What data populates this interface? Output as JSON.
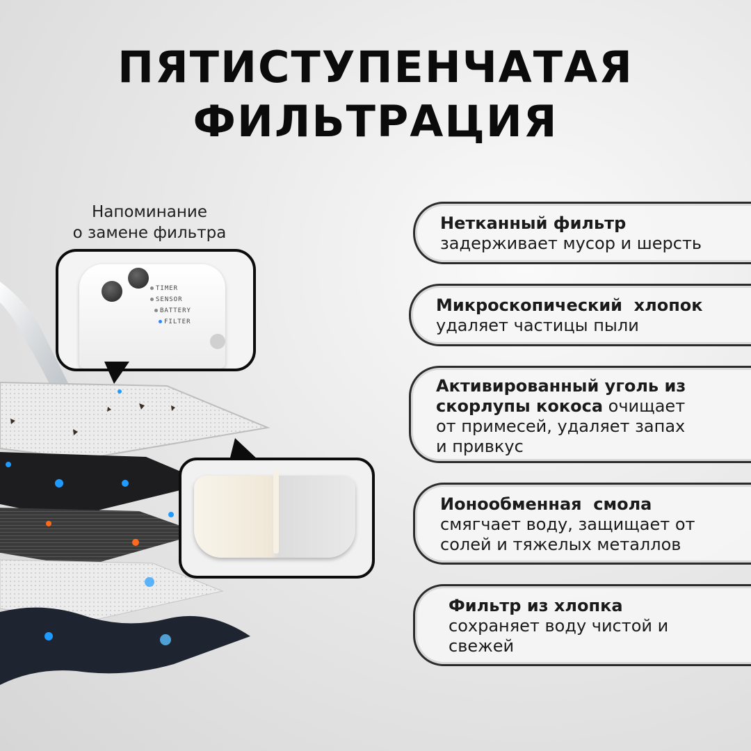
{
  "title": {
    "line1": "ПЯТИСТУПЕНЧАТАЯ",
    "line2": "ФИЛЬТРАЦИЯ"
  },
  "reminder": {
    "line1": "Напоминание",
    "line2": "о замене фильтра"
  },
  "device_panel": {
    "labels": [
      "TIMER",
      "SENSOR",
      "BATTERY",
      "FILTER"
    ]
  },
  "cards": [
    {
      "title": "Нетканный фильтр",
      "desc": "задерживает мусор и шерсть"
    },
    {
      "title": "Микроскопический  хлопок",
      "desc": "удаляет частицы пыли"
    },
    {
      "title_line1": "Активированный уголь из",
      "title_line2": "скорлупы кокоса",
      "desc_inline": " очищает",
      "desc_line2": "от примесей, удаляет запах",
      "desc_line3": "и привкус"
    },
    {
      "title": "Ионообменная  смола",
      "desc_line1": "смягчает воду, защищает от",
      "desc_line2": "солей и тяжелых металлов"
    },
    {
      "title": "Фильтр из хлопка",
      "desc_line1": "сохраняет воду чистой и",
      "desc_line2": "свежей"
    }
  ],
  "colors": {
    "title": "#0b0b0b",
    "border": "#0c0c0c",
    "led_blue": "#2c86ff",
    "accent_orange": "#ff6a1a",
    "accent_blue": "#1e9bff"
  }
}
